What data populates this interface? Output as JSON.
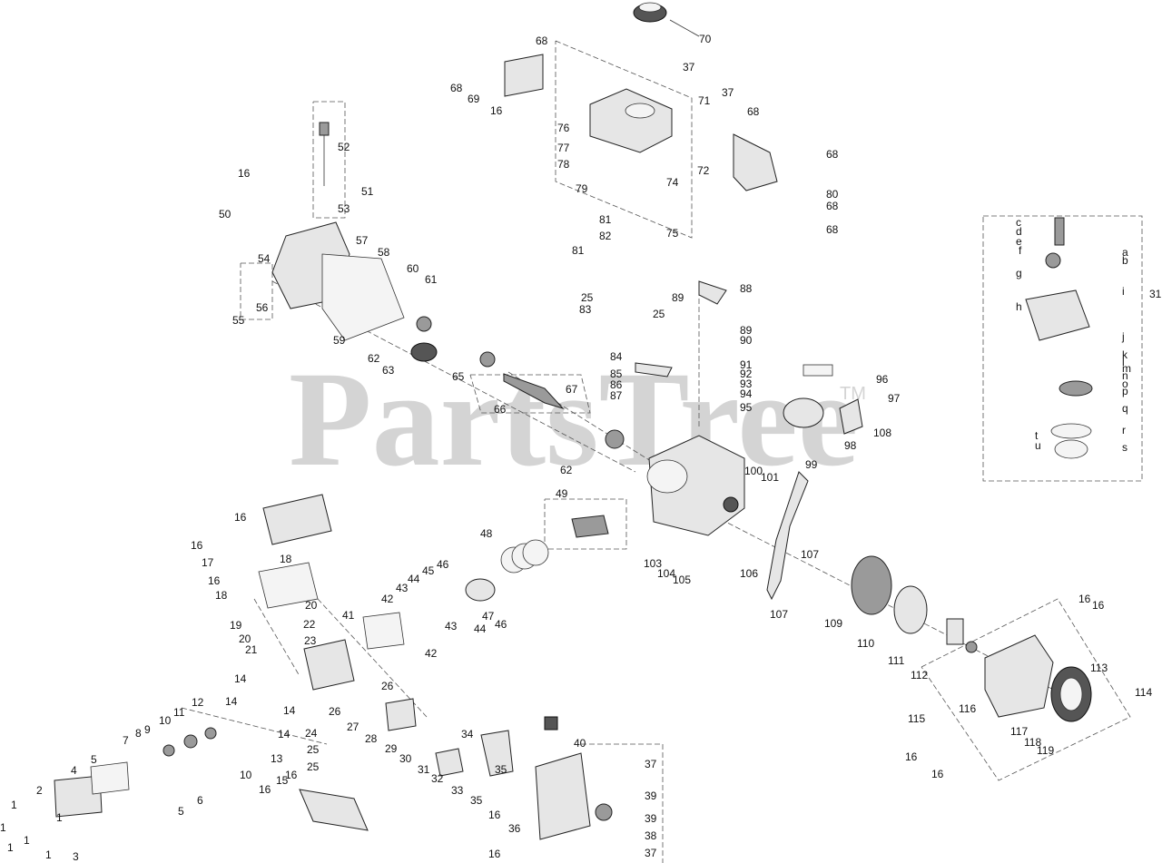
{
  "watermark": {
    "text": "PartsTree",
    "trademark": "TM"
  },
  "callouts": {
    "n1": "1",
    "n2": "2",
    "n3": "3",
    "n4": "4",
    "n5": "5",
    "n6": "6",
    "n7": "7",
    "n8": "8",
    "n9": "9",
    "n10": "10",
    "n11": "11",
    "n12": "12",
    "n13": "13",
    "n14": "14",
    "n15": "15",
    "n16": "16",
    "n17": "17",
    "n18": "18",
    "n19": "19",
    "n20": "20",
    "n21": "21",
    "n22": "22",
    "n23": "23",
    "n24": "24",
    "n25": "25",
    "n26": "26",
    "n27": "27",
    "n28": "28",
    "n29": "29",
    "n30": "30",
    "n31": "31",
    "n32": "32",
    "n33": "33",
    "n34": "34",
    "n35": "35",
    "n36": "36",
    "n37": "37",
    "n38": "38",
    "n39": "39",
    "n40": "40",
    "n41": "41",
    "n42": "42",
    "n43": "43",
    "n44": "44",
    "n45": "45",
    "n46": "46",
    "n47": "47",
    "n48": "48",
    "n49": "49",
    "n50": "50",
    "n51": "51",
    "n52": "52",
    "n53": "53",
    "n54": "54",
    "n55": "55",
    "n56": "56",
    "n57": "57",
    "n58": "58",
    "n59": "59",
    "n60": "60",
    "n61": "61",
    "n62": "62",
    "n63": "63",
    "n65": "65",
    "n66": "66",
    "n67": "67",
    "n68": "68",
    "n69": "69",
    "n70": "70",
    "n71": "71",
    "n72": "72",
    "n74": "74",
    "n75": "75",
    "n76": "76",
    "n77": "77",
    "n78": "78",
    "n79": "79",
    "n80": "80",
    "n81": "81",
    "n82": "82",
    "n83": "83",
    "n84": "84",
    "n85": "85",
    "n86": "86",
    "n87": "87",
    "n88": "88",
    "n89": "89",
    "n90": "90",
    "n91": "91",
    "n92": "92",
    "n93": "93",
    "n94": "94",
    "n95": "95",
    "n96": "96",
    "n97": "97",
    "n98": "98",
    "n99": "99",
    "n100": "100",
    "n101": "101",
    "n103": "103",
    "n104": "104",
    "n105": "105",
    "n106": "106",
    "n107": "107",
    "n108": "108",
    "n109": "109",
    "n110": "110",
    "n111": "111",
    "n112": "112",
    "n113": "113",
    "n114": "114",
    "n115": "115",
    "n116": "116",
    "n117": "117",
    "n118": "118",
    "n119": "119",
    "a": "a",
    "b": "b",
    "c": "c",
    "d": "d",
    "e": "e",
    "f": "f",
    "g": "g",
    "h": "h",
    "i": "i",
    "j": "j",
    "k": "k",
    "l": "l",
    "m": "m",
    "n": "n",
    "o": "o",
    "p": "p",
    "q": "q",
    "r": "r",
    "s": "s",
    "t": "t",
    "u": "u"
  }
}
